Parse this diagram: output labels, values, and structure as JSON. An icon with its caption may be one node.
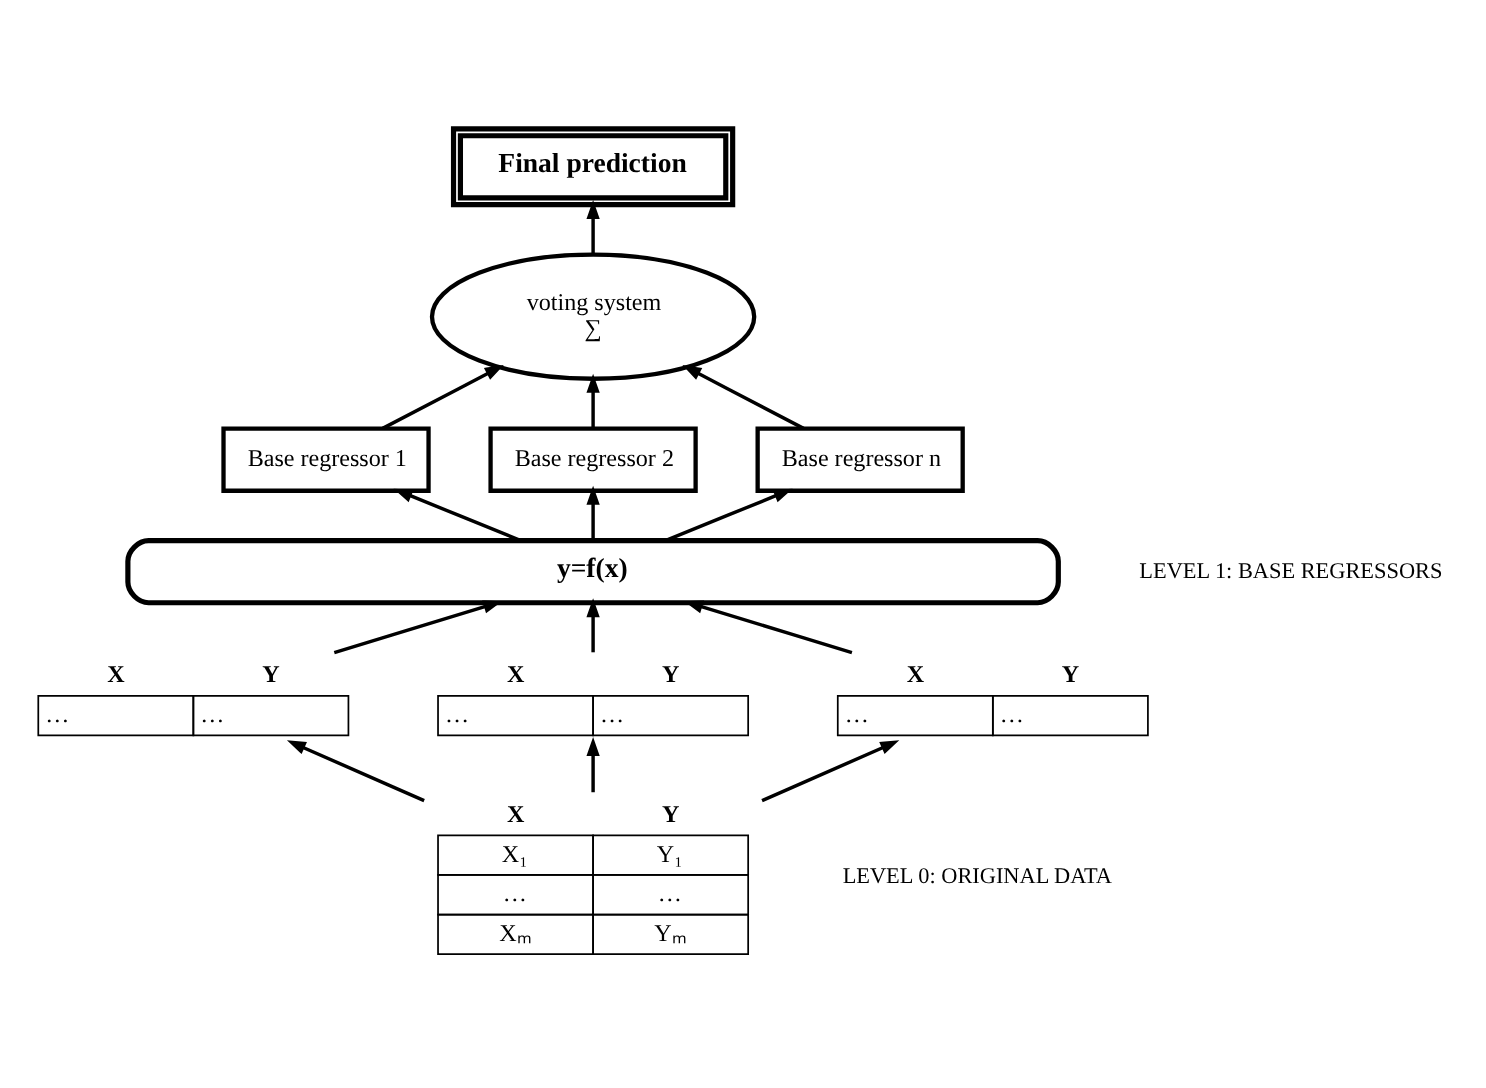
{
  "diagram": {
    "nodes": [
      {
        "text": [
          "Final prediction"
        ]
      },
      {
        "text": [
          "voting system",
          "∑"
        ]
      },
      {
        "text": [
          "Base regressor 1"
        ]
      },
      {
        "text": [
          "Base regressor 2"
        ]
      },
      {
        "text": [
          "Base regressor n"
        ]
      },
      {
        "text": [
          "y=f(x)"
        ]
      },
      {
        "text": [
          "X",
          "Y",
          "…",
          "…"
        ]
      },
      {
        "text": [
          "X",
          "Y",
          "…",
          "…"
        ]
      },
      {
        "text": [
          "X",
          "Y",
          "…",
          "…"
        ]
      },
      {
        "text": [
          "X",
          "Y",
          "X₁",
          "Y₁",
          "…",
          "…",
          "Xₘ",
          "Yₘ"
        ]
      }
    ],
    "edges": [
      {
        "from": 1,
        "to": 0,
        "arrow": "to"
      },
      {
        "from": 2,
        "to": 1,
        "arrow": "to"
      },
      {
        "from": 3,
        "to": 1,
        "arrow": "to"
      },
      {
        "from": 4,
        "to": 1,
        "arrow": "to"
      },
      {
        "from": 5,
        "to": 2,
        "arrow": "to"
      },
      {
        "from": 5,
        "to": 3,
        "arrow": "to"
      },
      {
        "from": 5,
        "to": 4,
        "arrow": "to"
      },
      {
        "from": 6,
        "to": 5,
        "arrow": "to"
      },
      {
        "from": 7,
        "to": 5,
        "arrow": "to"
      },
      {
        "from": 8,
        "to": 5,
        "arrow": "to"
      },
      {
        "from": 9,
        "to": 6,
        "arrow": "to"
      },
      {
        "from": 9,
        "to": 7,
        "arrow": "to"
      },
      {
        "from": 9,
        "to": 8,
        "arrow": "to"
      }
    ],
    "labels": [
      "LEVEL 1: BASE REGRESSORS",
      "LEVEL 0: ORIGINAL DATA"
    ]
  }
}
